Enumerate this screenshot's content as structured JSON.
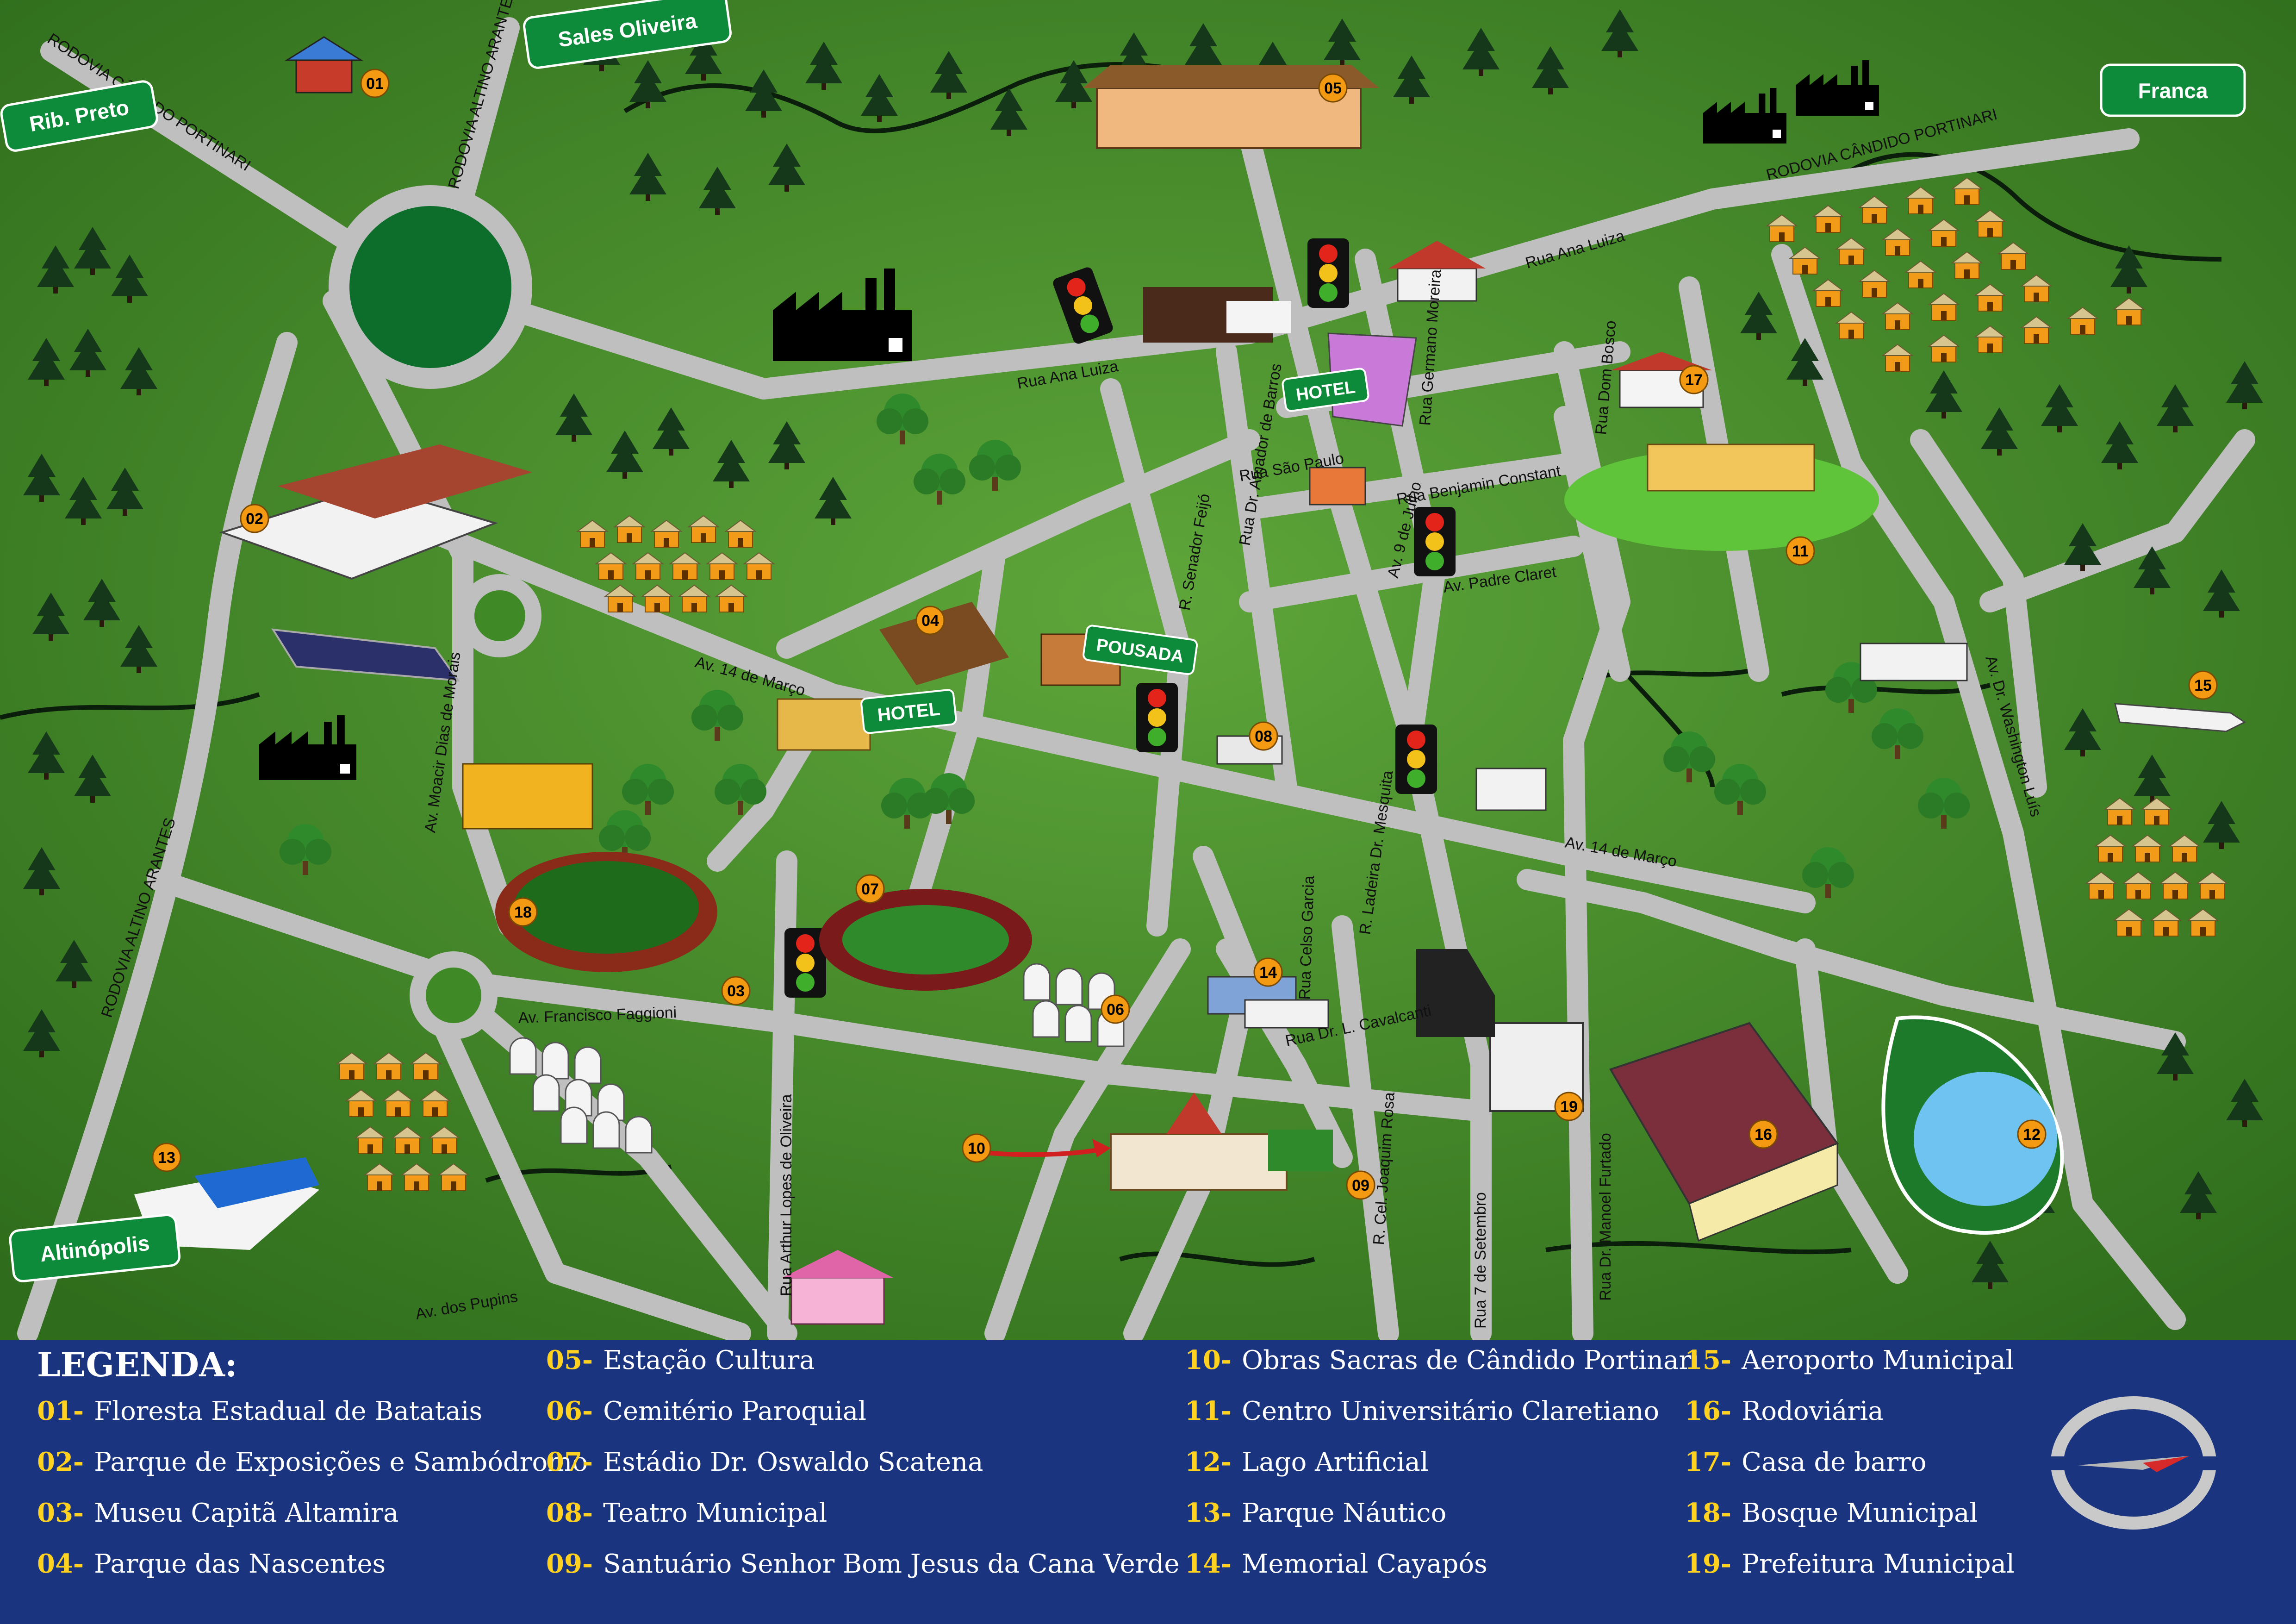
{
  "roads": [
    "RODOVIA CÂNDIDO PORTINARI",
    "RODOVIA ALTINO ARANTES",
    "RODOVIA CÂNDIDO PORTINARI",
    "RODOVIA ALTINO ARANTES",
    "Rua Ana Luiza",
    "Rua Ana Luiza",
    "Rua São Paulo",
    "Rua Benjamin Constant",
    "Av. Padre Claret",
    "Av. 14 de Março",
    "Av. 14 de Março",
    "Av. Francisco Faggioni",
    "Av. dos Pupins",
    "Rua Dr. L. Cavalcanti",
    "Av. Moacir Dias de Morais",
    "Rua Arthur Lopes de Oliveira",
    "R. Senador Feijó",
    "Rua Dr. Amador de Barros",
    "Rua Germano Moreira",
    "Rua Dom Bosco",
    "Av. 9 de Julho",
    "R. Ladeira Dr. Mesquita",
    "Rua Celso Garcia",
    "R. Cel. Joaquim Rosa",
    "Rua 7 de Setembro",
    "Rua Dr. Manoel Furtado",
    "Av. Dr. Washington Luís"
  ],
  "signs": [
    "Rib. Preto",
    "Sales Oliveira",
    "Franca",
    "Altinópolis",
    "HOTEL",
    "HOTEL",
    "POUSADA"
  ],
  "markers": [
    "01",
    "02",
    "03",
    "04",
    "05",
    "06",
    "07",
    "08",
    "09",
    "10",
    "11",
    "12",
    "13",
    "14",
    "15",
    "16",
    "17",
    "18",
    "19"
  ],
  "legend": {
    "title": "LEGENDA:",
    "items": [
      {
        "num": "01-",
        "label": "Floresta Estadual de Batatais"
      },
      {
        "num": "02-",
        "label": "Parque de Exposições e Sambódromo"
      },
      {
        "num": "03-",
        "label": "Museu Capitã Altamira"
      },
      {
        "num": "04-",
        "label": "Parque das Nascentes"
      },
      {
        "num": "05-",
        "label": "Estação Cultura"
      },
      {
        "num": "06-",
        "label": "Cemitério Paroquial"
      },
      {
        "num": "07-",
        "label": "Estádio Dr. Oswaldo Scatena"
      },
      {
        "num": "08-",
        "label": "Teatro Municipal"
      },
      {
        "num": "09-",
        "label": "Santuário Senhor Bom Jesus da Cana Verde"
      },
      {
        "num": "10-",
        "label": "Obras Sacras de Cândido Portinari"
      },
      {
        "num": "11-",
        "label": "Centro Universitário Claretiano"
      },
      {
        "num": "12-",
        "label": "Lago Artificial"
      },
      {
        "num": "13-",
        "label": "Parque Náutico"
      },
      {
        "num": "14-",
        "label": "Memorial Cayapós"
      },
      {
        "num": "15-",
        "label": "Aeroporto Municipal"
      },
      {
        "num": "16-",
        "label": "Rodoviária"
      },
      {
        "num": "17-",
        "label": "Casa de barro"
      },
      {
        "num": "18-",
        "label": "Bosque Municipal"
      },
      {
        "num": "19-",
        "label": "Prefeitura Municipal"
      }
    ]
  }
}
